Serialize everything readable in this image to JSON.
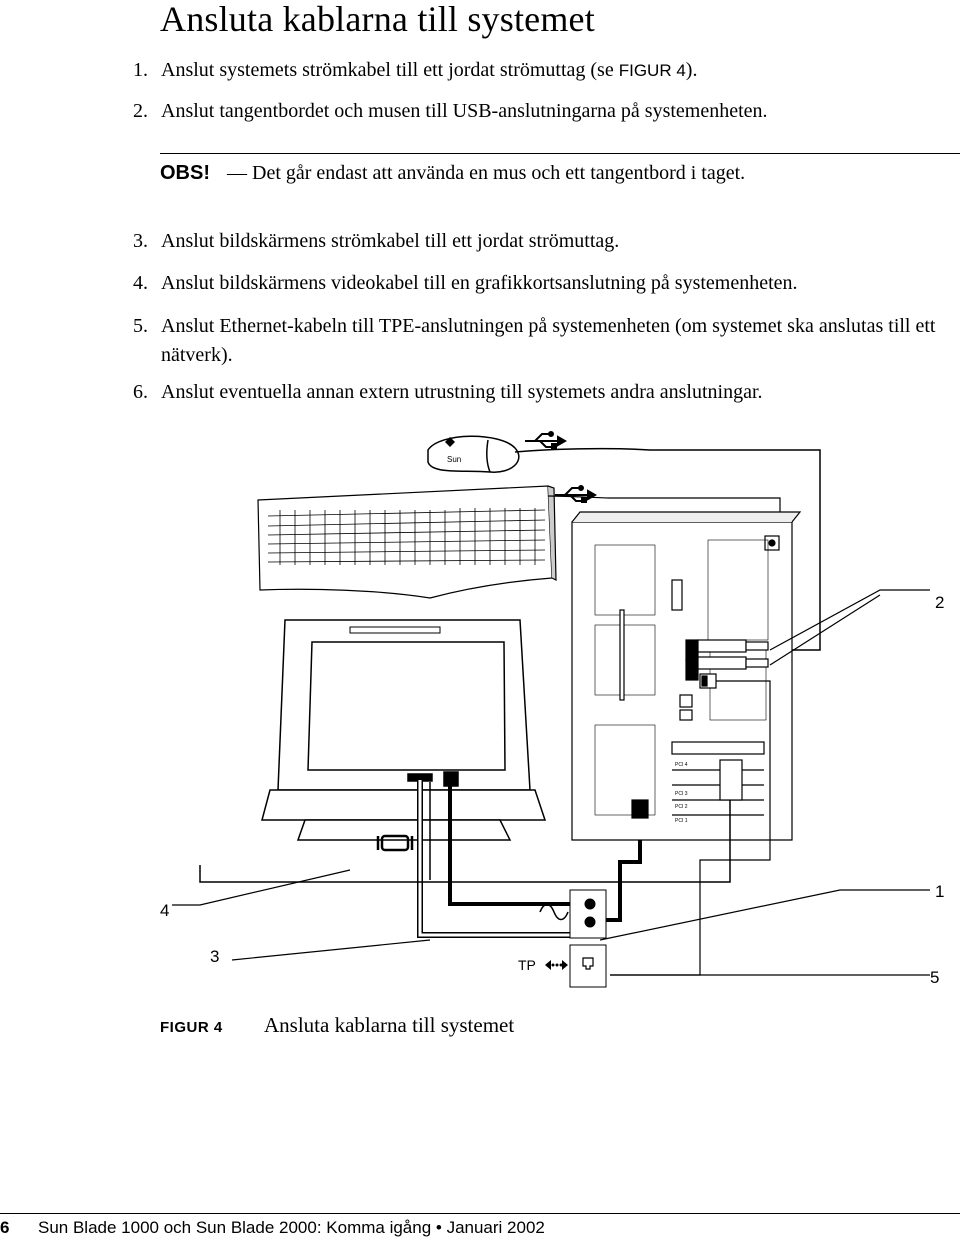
{
  "title": "Ansluta kablarna till systemet",
  "steps": [
    {
      "num": "1.",
      "text": "Anslut systemets strömkabel till ett jordat strömuttag (se ",
      "ref": "FIGUR 4",
      "suffix": ")."
    },
    {
      "num": "2.",
      "text": "Anslut tangentbordet och musen till USB-anslutningarna på systemenheten."
    },
    {
      "num": "3.",
      "text": "Anslut bildskärmens strömkabel till ett jordat strömuttag."
    },
    {
      "num": "4.",
      "text": "Anslut bildskärmens videokabel till en grafikkortsanslutning på systemenheten."
    },
    {
      "num": "5.",
      "text": "Anslut Ethernet-kabeln till TPE-anslutningen på systemenheten (om systemet ska anslutas till ett nätverk)."
    },
    {
      "num": "6.",
      "text": "Anslut eventuella annan extern utrustning till systemets andra anslutningar."
    }
  ],
  "note": {
    "label": "OBS!",
    "text": "Det går endast att använda en mus och ett tangentbord i taget."
  },
  "figure": {
    "callouts": [
      "1",
      "2",
      "3",
      "4",
      "5"
    ],
    "tp_label": "TP",
    "mouse_brand": "Sun",
    "pci_labels": [
      "PCI 4",
      "PCI 3",
      "PCI 2",
      "PCI 1"
    ]
  },
  "caption": {
    "label": "FIGUR 4",
    "text": "Ansluta kablarna till systemet"
  },
  "footer": {
    "page": "6",
    "text": "Sun Blade 1000 och Sun Blade 2000: Komma igång • Januari 2002"
  }
}
